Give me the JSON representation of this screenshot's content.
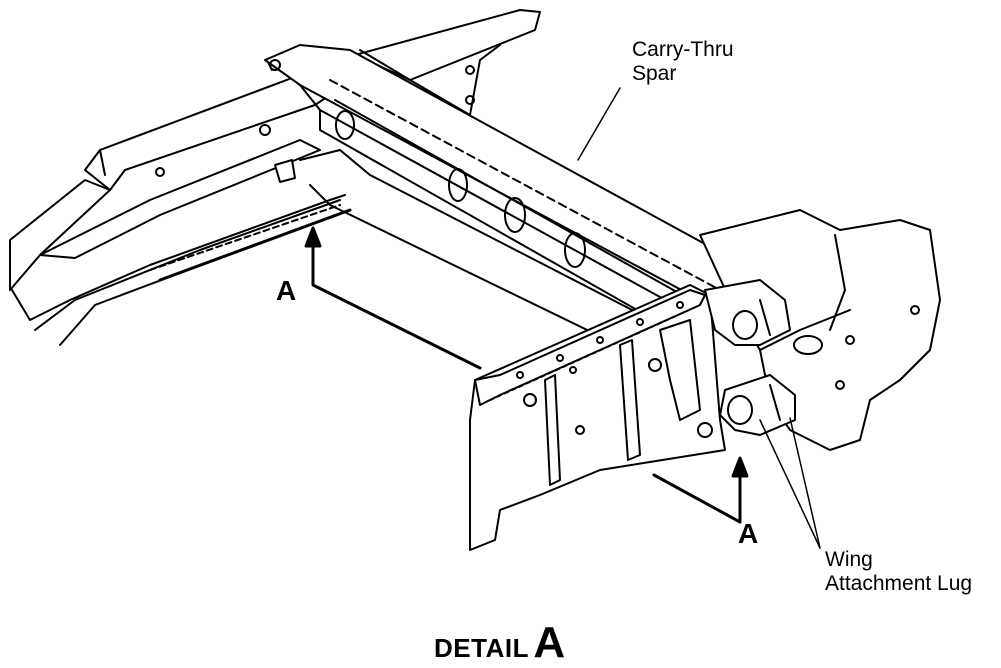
{
  "labels": {
    "carry_thru_spar": [
      "Carry-Thru",
      "Spar"
    ],
    "wing_attachment_lug": [
      "Wing",
      "Attachment Lug"
    ],
    "section_marker_left": "A",
    "section_marker_right": "A",
    "detail_word": "DETAIL",
    "detail_letter": "A"
  }
}
